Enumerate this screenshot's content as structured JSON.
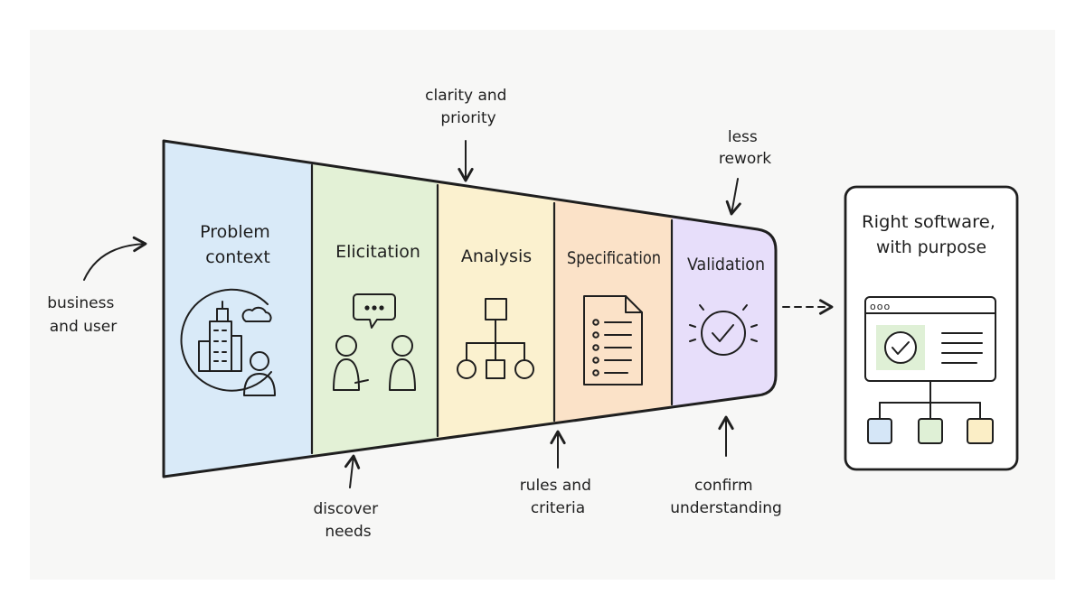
{
  "colors": {
    "ink": "#1f1f1f",
    "paper": "#f7f7f6",
    "problem": "#d9eaf8",
    "elicitation": "#e3f1d6",
    "analysis": "#fbf1cf",
    "specification": "#fbe2c8",
    "validation": "#e7defa",
    "check_green": "#dff0d6",
    "box_blue": "#d5e6f7",
    "box_green": "#dff0d6",
    "box_yellow": "#fbeec6"
  },
  "stages": [
    {
      "id": "problem",
      "lines": [
        "Problem",
        "context"
      ],
      "icon": "city-person-icon"
    },
    {
      "id": "elicitation",
      "lines": [
        "Elicitation"
      ],
      "icon": "conversation-icon"
    },
    {
      "id": "analysis",
      "lines": [
        "Analysis"
      ],
      "icon": "hierarchy-icon"
    },
    {
      "id": "specification",
      "lines": [
        "Specification"
      ],
      "icon": "document-list-icon"
    },
    {
      "id": "validation",
      "lines": [
        "Validation"
      ],
      "icon": "check-circle-icon"
    }
  ],
  "annotations": {
    "business_user": [
      "business",
      "and user"
    ],
    "clarity_priority": [
      "clarity and",
      "priority"
    ],
    "less_rework": [
      "less",
      "rework"
    ],
    "discover_needs": [
      "discover",
      "needs"
    ],
    "rules_criteria": [
      "rules and",
      "criteria"
    ],
    "confirm_understanding": [
      "confirm",
      "understanding"
    ]
  },
  "outcome": {
    "lines": [
      "Right software,",
      "with purpose"
    ],
    "window_dots": "ooo"
  }
}
